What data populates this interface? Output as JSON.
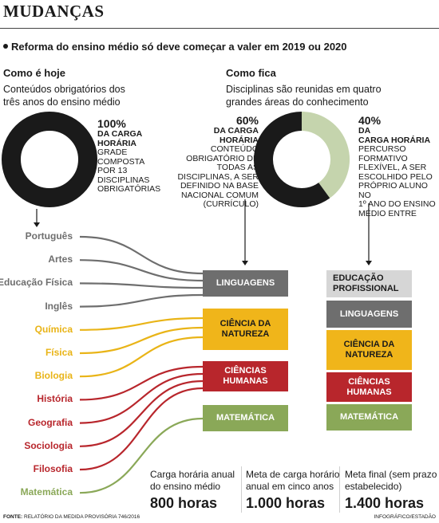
{
  "header": {
    "title": "MUDANÇAS"
  },
  "subtitle": "Reforma do ensino médio só deve começar a valer em 2019 ou 2020",
  "hoje": {
    "heading": "Como é hoje",
    "desc_line1": "Conteúdos obrigatórios dos",
    "desc_line2": "três anos do ensino médio",
    "pct": "100%",
    "lines": [
      "DA CARGA",
      "HORÁRIA",
      "GRADE",
      "COMPOSTA",
      "POR 13",
      "DISCIPLINAS",
      "OBRIGATÓRIAS"
    ]
  },
  "fica": {
    "heading": "Como fica",
    "desc_line1": "Disciplinas são reunidas em quatro",
    "desc_line2": "grandes áreas do conhecimento",
    "left_pct": "60%",
    "left_lines": [
      "DA CARGA",
      "HORÁRIA",
      "CONTEÚDO",
      "OBRIGATÓRIO DE",
      "TODAS AS",
      "DISCIPLINAS, A SER",
      "DEFINIDO NA BASE",
      "NACIONAL COMUM",
      "(CURRÍCULO)"
    ],
    "right_pct": "40%",
    "right_lines": [
      "DA",
      "CARGA HORÁRIA",
      "PERCURSO",
      "FORMATIVO",
      "FLEXÍVEL, A SER",
      "ESCOLHIDO PELO",
      "PRÓPRIO ALUNO NO",
      "1º ANO DO ENSINO",
      "MÉDIO ENTRE"
    ]
  },
  "donut_hoje": {
    "share": 1.0,
    "color": "#1a1a1a"
  },
  "donut_fica": {
    "share_fixed": 0.6,
    "share_flex": 0.4,
    "color_fixed": "#1a1a1a",
    "color_flex": "#c5d4ad"
  },
  "subjects": [
    {
      "label": "Português",
      "color": "#6e6e6e",
      "group": 0
    },
    {
      "label": "Artes",
      "color": "#6e6e6e",
      "group": 0
    },
    {
      "label": "Educação Física",
      "color": "#6e6e6e",
      "group": 0
    },
    {
      "label": "Inglês",
      "color": "#6e6e6e",
      "group": 0
    },
    {
      "label": "Química",
      "color": "#e9b417",
      "group": 1
    },
    {
      "label": "Física",
      "color": "#e9b417",
      "group": 1
    },
    {
      "label": "Biologia",
      "color": "#e9b417",
      "group": 1
    },
    {
      "label": "História",
      "color": "#b8262c",
      "group": 2
    },
    {
      "label": "Geografia",
      "color": "#b8262c",
      "group": 2
    },
    {
      "label": "Sociologia",
      "color": "#b8262c",
      "group": 2
    },
    {
      "label": "Filosofia",
      "color": "#b8262c",
      "group": 2
    },
    {
      "label": "Matemática",
      "color": "#8aa858",
      "group": 3
    }
  ],
  "areas": [
    {
      "label": "LINGUAGENS",
      "color": "#6e6e6e"
    },
    {
      "label": "CIÊNCIA DA NATUREZA",
      "line1": "CIÊNCIA DA",
      "line2": "NATUREZA",
      "color": "#f0b51a"
    },
    {
      "label": "CIÊNCIAS HUMANAS",
      "line1": "CIÊNCIAS",
      "line2": "HUMANAS",
      "color": "#b8262c"
    },
    {
      "label": "MATEMÁTICA",
      "color": "#8aa858"
    }
  ],
  "options": {
    "educacao_line1": "EDUCAÇÃO",
    "educacao_line2": "PROFISSIONAL",
    "educacao_color": "#d6d6d6",
    "linguagens": "LINGUAGENS",
    "natureza_line1": "CIÊNCIA DA",
    "natureza_line2": "NATUREZA",
    "humanas_line1": "CIÊNCIAS",
    "humanas_line2": "HUMANAS",
    "matematica": "MATEMÁTICA"
  },
  "stats": [
    {
      "line1": "Carga horária anual",
      "line2": "do ensino médio",
      "value": "800 horas"
    },
    {
      "line1": "Meta de carga horário",
      "line2": "anual em cinco anos",
      "value": "1.000 horas"
    },
    {
      "line1": "Meta final (sem prazo",
      "line2": "estabelecido)",
      "value": "1.400 horas"
    }
  ],
  "footer": {
    "source_label": "FONTE:",
    "source_text": "RELATÓRIO DA MEDIDA PROVISÓRIA 746/2016",
    "credit": "INFOGRÁFICO/ESTADÃO"
  }
}
